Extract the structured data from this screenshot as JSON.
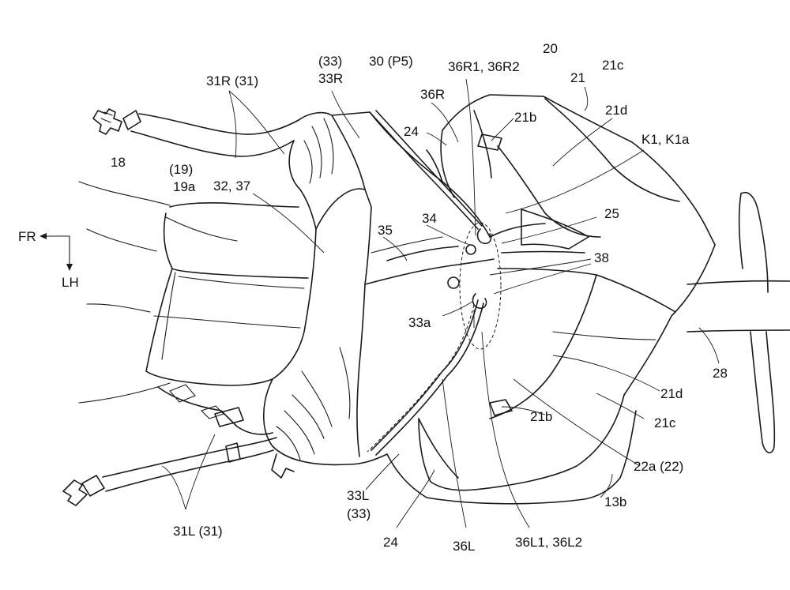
{
  "direction": {
    "front": "FR",
    "left": "LH"
  },
  "labels": {
    "l_33r_paren": "(33)",
    "l_33r": "33R",
    "l_30": "30 (P5)",
    "l_36r12": "36R1, 36R2",
    "l_20": "20",
    "l_31r": "31R (31)",
    "l_21": "21",
    "l_21c_top": "21c",
    "l_36r": "36R",
    "l_21d_top": "21d",
    "l_21b_top": "21b",
    "l_24_top": "24",
    "l_k1": "K1, K1a",
    "l_18": "18",
    "l_19_paren": "(19)",
    "l_19a": "19a",
    "l_3237": "32, 37",
    "l_25": "25",
    "l_35": "35",
    "l_34": "34",
    "l_38": "38",
    "l_33a": "33a",
    "l_28": "28",
    "l_21d_bot": "21d",
    "l_21b_bot": "21b",
    "l_21c_bot": "21c",
    "l_22a": "22a (22)",
    "l_33l": "33L",
    "l_33l_paren": "(33)",
    "l_13b": "13b",
    "l_31l": "31L (31)",
    "l_24_bot": "24",
    "l_36l": "36L",
    "l_36l12": "36L1, 36L2"
  }
}
